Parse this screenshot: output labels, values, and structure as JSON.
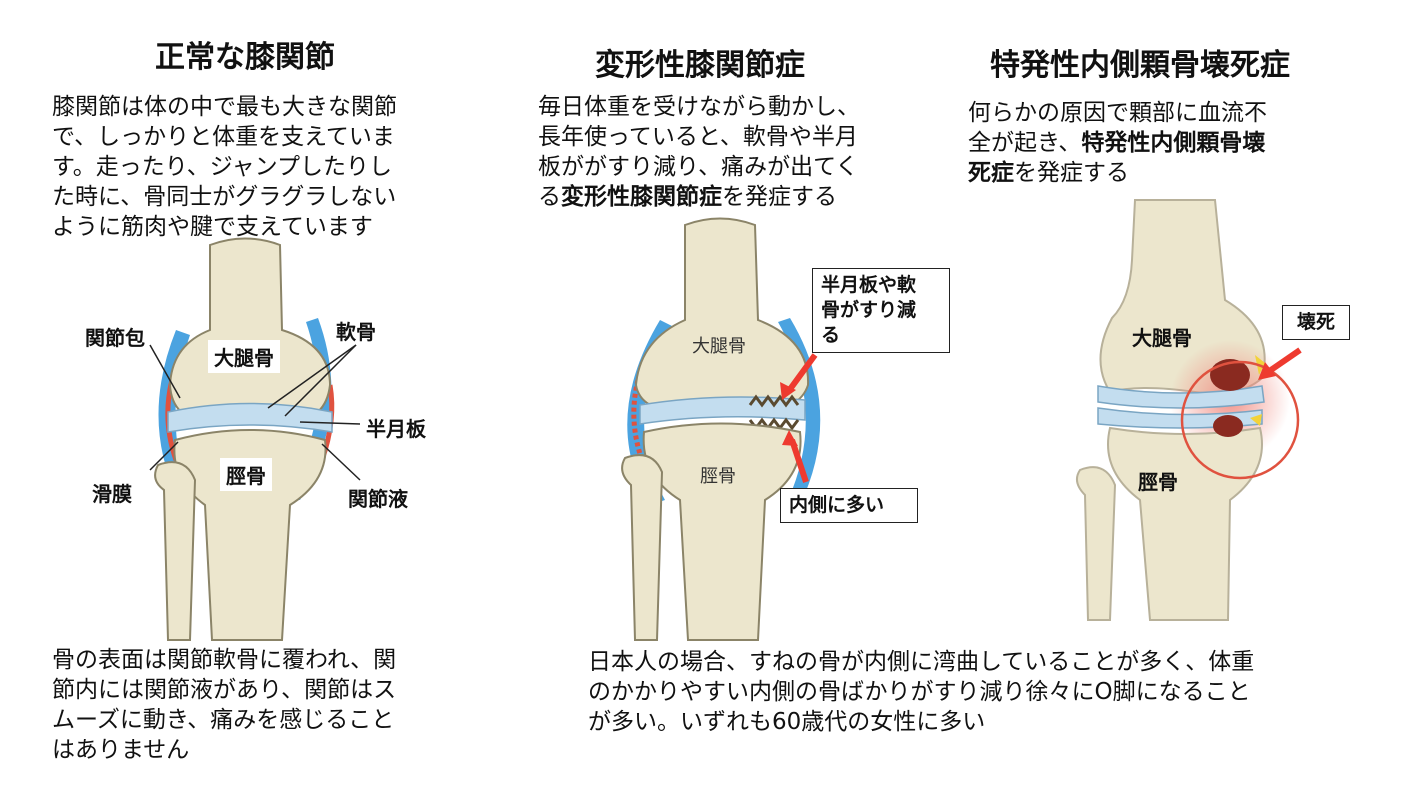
{
  "colors": {
    "bone": "#ece6cd",
    "bone_edge": "#8b8468",
    "capsule": "#4ba3e0",
    "synovium": "#e0523f",
    "cartilage": "#c3ddef",
    "arrow": "#ee3a2f",
    "necrosis": "#8a2a20"
  },
  "normal": {
    "title": "正常な膝関節",
    "desc": [
      "膝関節は体の中で最も大きな関節",
      "で、しっかりと体重を支えていま",
      "す。走ったり、ジャンプしたりし",
      "た時に、骨同士がグラグラしない",
      "ように筋肉や腱で支えています"
    ],
    "labels": {
      "capsule": "関節包",
      "cartilage": "軟骨",
      "femur": "大腿骨",
      "meniscus": "半月板",
      "tibia": "脛骨",
      "synovium": "滑膜",
      "fluid": "関節液"
    },
    "bottom": [
      "骨の表面は関節軟骨に覆われ、関",
      "節内には関節液があり、関節はス",
      "ムーズに動き、痛みを感じること",
      "はありません"
    ]
  },
  "oa": {
    "title": "変形性膝関節症",
    "desc_lines": [
      "毎日体重を受けながら動かし、",
      "長年使っていると、軟骨や半月",
      "板ががすり減り、痛みが出てく"
    ],
    "desc_last_prefix": "る",
    "desc_last_bold": "変形性膝関節症",
    "desc_last_suffix": "を発症する",
    "labels": {
      "femur": "大腿骨",
      "tibia": "脛骨"
    },
    "callout_wear": [
      "半月板や軟",
      "骨がすり減",
      "る"
    ],
    "callout_medial": "内側に多い"
  },
  "son": {
    "title": "特発性内側顆骨壊死症",
    "desc_line1": "何らかの原因で顆部に血流不",
    "desc_line2_prefix": "全が起き、",
    "desc_line2_bold": "特発性内側顆骨壊",
    "desc_line3_bold": "死症",
    "desc_line3_suffix": "を発症する",
    "labels": {
      "femur": "大腿骨",
      "tibia": "脛骨"
    },
    "callout_necrosis": "壊死"
  },
  "bottom_right": [
    "日本人の場合、すねの骨が内側に湾曲していることが多く、体重",
    "のかかりやすい内側の骨ばかりがすり減り徐々にO脚になること",
    "が多い。いずれも60歳代の女性に多い"
  ]
}
